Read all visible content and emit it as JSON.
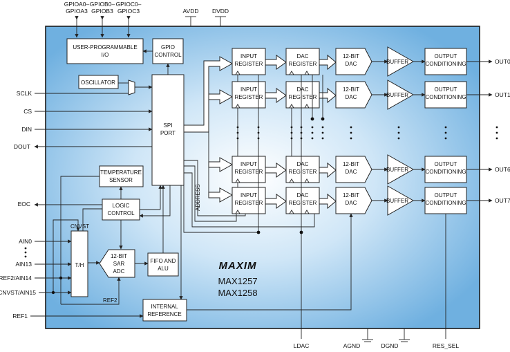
{
  "gpio_pins": [
    "GPIOA0–",
    "GPIOA3",
    "GPIOB0–",
    "GPIOB3",
    "GPIOC0–",
    "GPIOC3"
  ],
  "power_pins": {
    "avdd": "AVDD",
    "dvdd": "DVDD"
  },
  "left_pins": {
    "sclk": "SCLK",
    "cs": "CS",
    "din": "DIN",
    "dout": "DOUT",
    "eoc": "EOC",
    "ain0": "AIN0",
    "ain13": "AIN13",
    "ref2_ain14": "REF2/AIN14",
    "cnvst_ain15": "CNVST/AIN15",
    "ref1": "REF1"
  },
  "bottom_pins": {
    "ldac": "LDAC",
    "agnd": "AGND",
    "dgnd": "DGND",
    "res_sel": "RES_SEL"
  },
  "outputs": [
    "OUT0",
    "OUT1",
    "OUT6",
    "OUT7"
  ],
  "blocks": {
    "user_io": [
      "USER-PROGRAMMABLE",
      "I/O"
    ],
    "gpio_control": [
      "GPIO",
      "CONTROL"
    ],
    "oscillator": "OSCILLATOR",
    "spi_port": [
      "SPI",
      "PORT"
    ],
    "temp_sensor": [
      "TEMPERATURE",
      "SENSOR"
    ],
    "logic_control": [
      "LOGIC",
      "CONTROL"
    ],
    "th": "T/H",
    "sar_adc": [
      "12-BIT",
      "SAR",
      "ADC"
    ],
    "fifo": [
      "FIFO AND",
      "ALU"
    ],
    "int_ref": [
      "INTERNAL",
      "REFERENCE"
    ],
    "input_register": [
      "INPUT",
      "REGISTER"
    ],
    "dac_register": [
      "DAC",
      "REGISTER"
    ],
    "dac12": [
      "12-BIT",
      "DAC"
    ],
    "buffer": "BUFFER",
    "output_conditioning": [
      "OUTPUT",
      "CONDITIONING"
    ]
  },
  "internal_labels": {
    "cnvst": "CNVST",
    "ref2": "REF2",
    "address": "ADDRESS"
  },
  "logo": "MAXIM",
  "part_numbers": [
    "MAX1257",
    "MAX1258"
  ],
  "colors": {
    "chip_light": "#cfe6f7",
    "chip_dark": "#6fb0e0",
    "border": "#1a1a1a"
  }
}
